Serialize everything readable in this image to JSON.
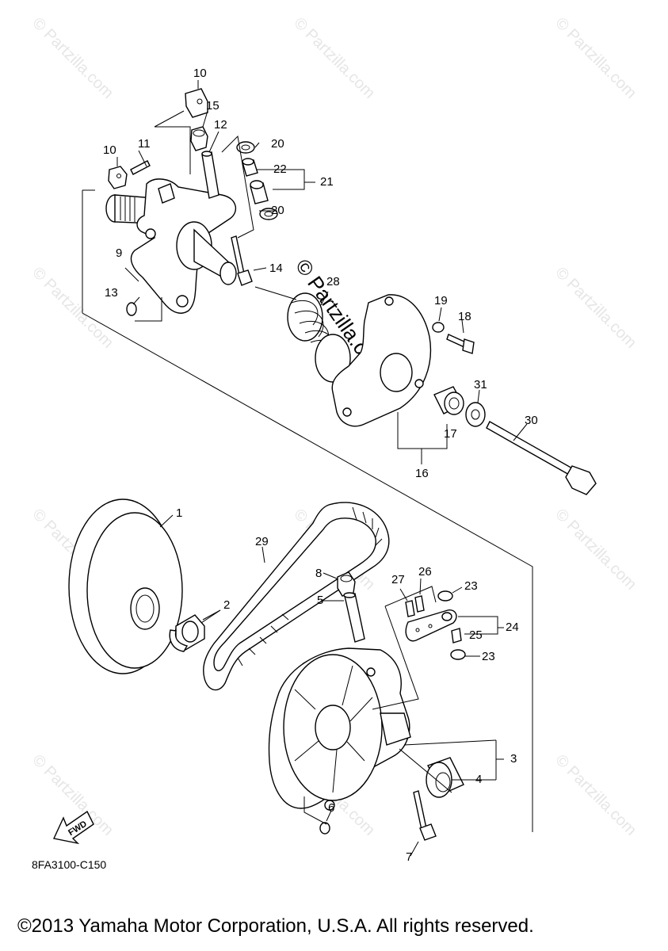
{
  "watermark": {
    "text": "© Partzilla.com",
    "center_text": "© Partzilla.com"
  },
  "labels": [
    "1",
    "2",
    "3",
    "4",
    "5",
    "6",
    "7",
    "8",
    "9",
    "10",
    "10",
    "11",
    "12",
    "13",
    "14",
    "15",
    "16",
    "17",
    "18",
    "19",
    "20",
    "20",
    "21",
    "22",
    "23",
    "23",
    "24",
    "25",
    "26",
    "27",
    "28",
    "29",
    "30",
    "31"
  ],
  "diagram_code": "8FA3100-C150",
  "fwd_label": "FWD",
  "copyright": "©2013 Yamaha Motor Corporation, U.S.A. All rights reserved."
}
